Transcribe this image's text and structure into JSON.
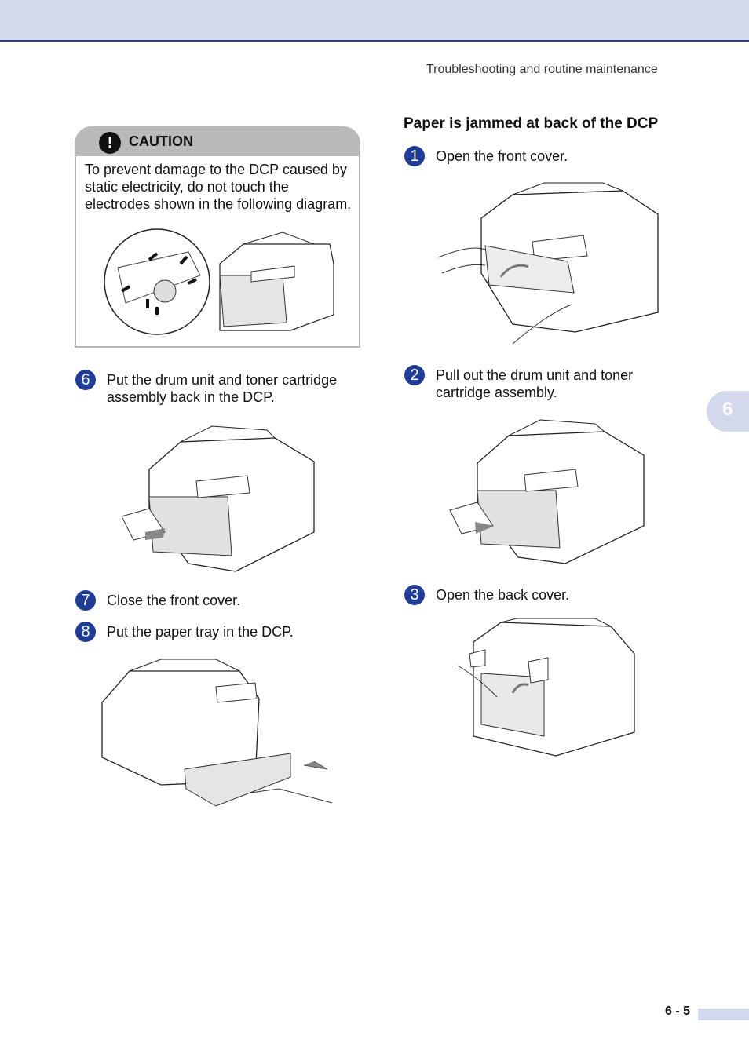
{
  "header": {
    "title": "Troubleshooting and routine maintenance"
  },
  "caution": {
    "icon_name": "exclamation-icon",
    "title": "CAUTION",
    "text": "To prevent damage to the DCP caused by static electricity, do not touch the electrodes shown in the following diagram."
  },
  "left_steps": [
    {
      "num": "6",
      "text": "Put the drum unit and toner cartridge assembly back in the DCP."
    },
    {
      "num": "7",
      "text": "Close the front cover."
    },
    {
      "num": "8",
      "text": "Put the paper tray in the DCP."
    }
  ],
  "section": {
    "title": "Paper is jammed at back of the DCP"
  },
  "right_steps": [
    {
      "num": "1",
      "text": "Open the front cover."
    },
    {
      "num": "2",
      "text": "Pull out the drum unit and toner cartridge assembly."
    },
    {
      "num": "3",
      "text": "Open the back cover."
    }
  ],
  "chapter_tab": "6",
  "footer": {
    "page": "6 - 5"
  },
  "colors": {
    "accent": "#1f3c96",
    "band": "#d3d9ec",
    "caution_gray": "#b9b9b9"
  }
}
